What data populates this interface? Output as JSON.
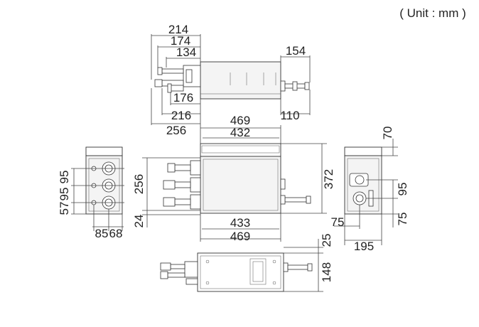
{
  "unit_label": "( Unit : mm )",
  "top_view": {
    "dims": [
      "214",
      "174",
      "134",
      "154",
      "176",
      "216",
      "110",
      "256"
    ]
  },
  "front_view": {
    "dims": [
      "469",
      "432",
      "372",
      "256",
      "24",
      "433",
      "469"
    ]
  },
  "left_view": {
    "dims": [
      "57",
      "95",
      "95",
      "85",
      "68"
    ]
  },
  "right_view": {
    "dims": [
      "70",
      "95",
      "75",
      "75",
      "195"
    ]
  },
  "bottom_view": {
    "dims": [
      "25",
      "148"
    ]
  }
}
